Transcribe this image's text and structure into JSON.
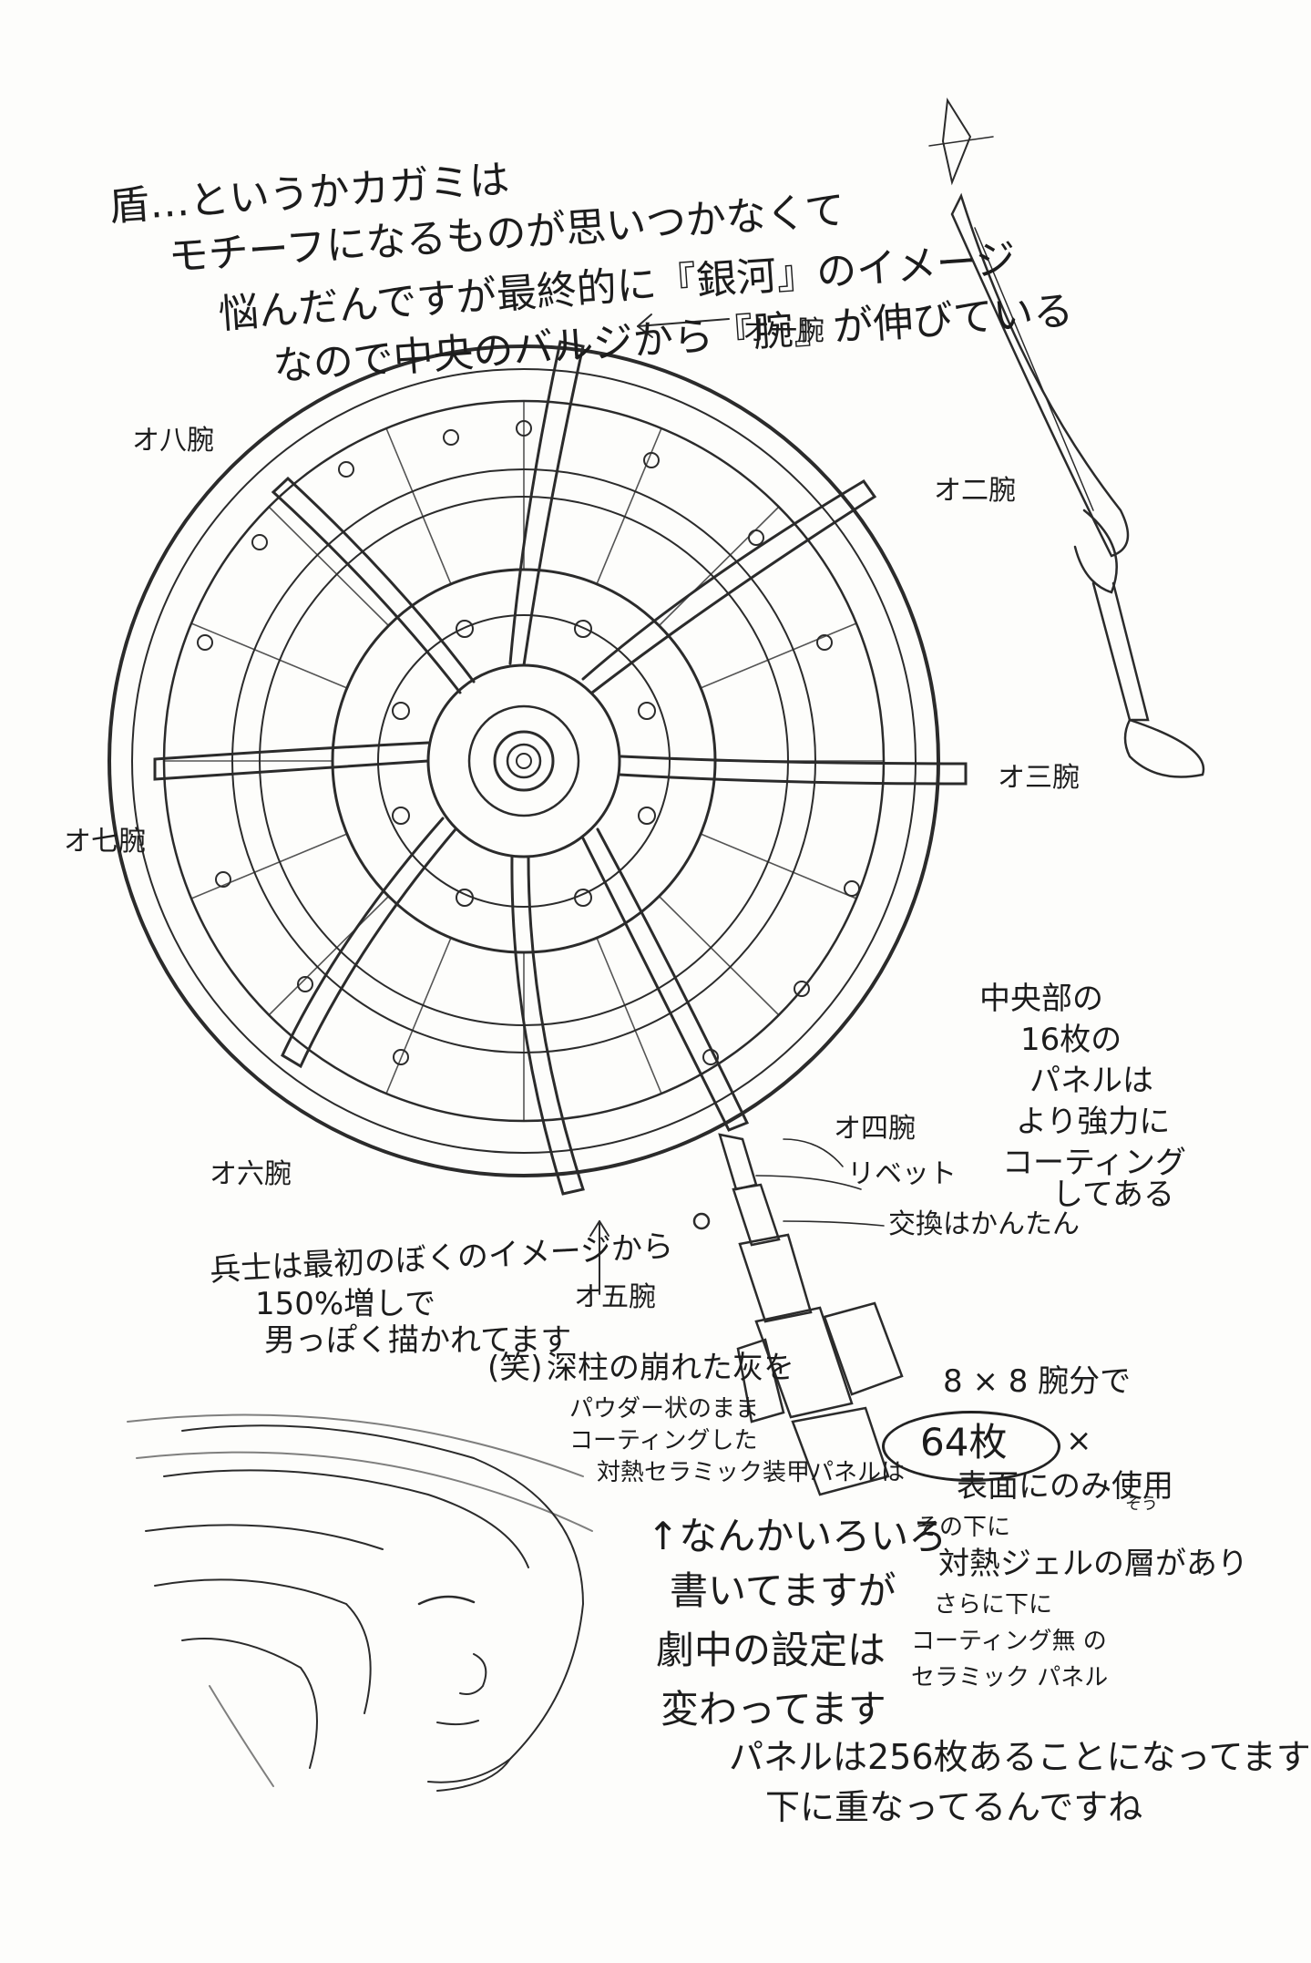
{
  "intro": {
    "line1": "盾…というかカガミは",
    "line2": "モチーフになるものが思いつかなくて",
    "line3": "悩んだんですが最終的に『銀河』のイメージ",
    "line4": "なので中央のバルジから『腕』が伸びている"
  },
  "arm_labels": {
    "arm1": "オ一腕",
    "arm2": "オ二腕",
    "arm3": "オ三腕",
    "arm4": "オ四腕",
    "arm5": "オ五腕",
    "arm6": "オ六腕",
    "arm7": "オ七腕",
    "arm8": "オ八腕"
  },
  "center_note": [
    "中央部の",
    "16枚の",
    "パネルは",
    "より強力に",
    "コーティング",
    "してある"
  ],
  "rivet_note": {
    "rivet": "リベット",
    "replace": "交換はかんたん"
  },
  "soldier_note": [
    "兵士は最初のぼくのイメージから",
    "150%増しで",
    "男っぽく描かれてます"
  ],
  "material_note": {
    "prefix": "(笑)",
    "line1": "深柱の崩れた灰を",
    "line2": "パウダー状のまま",
    "line3": "コーティングした",
    "line4": "対熱セラミック装甲パネルは"
  },
  "count_note": {
    "formula": "8 × 8 腕分で",
    "count": "64枚",
    "times": "×",
    "surface": "表面にのみ使用"
  },
  "layer_note": {
    "line1": "その下に",
    "ruby": "そう",
    "line2": "対熱ジェルの層があり",
    "line3": "さらに下に",
    "line4": "コーティング無 の",
    "line5": "セラミック パネル"
  },
  "disclaimer": [
    "↑なんかいろいろ",
    "書いてますが",
    "劇中の設定は",
    "変わってます"
  ],
  "closing": {
    "line1": "パネルは256枚あることになってます",
    "line2": "下に重なってるんですね"
  }
}
